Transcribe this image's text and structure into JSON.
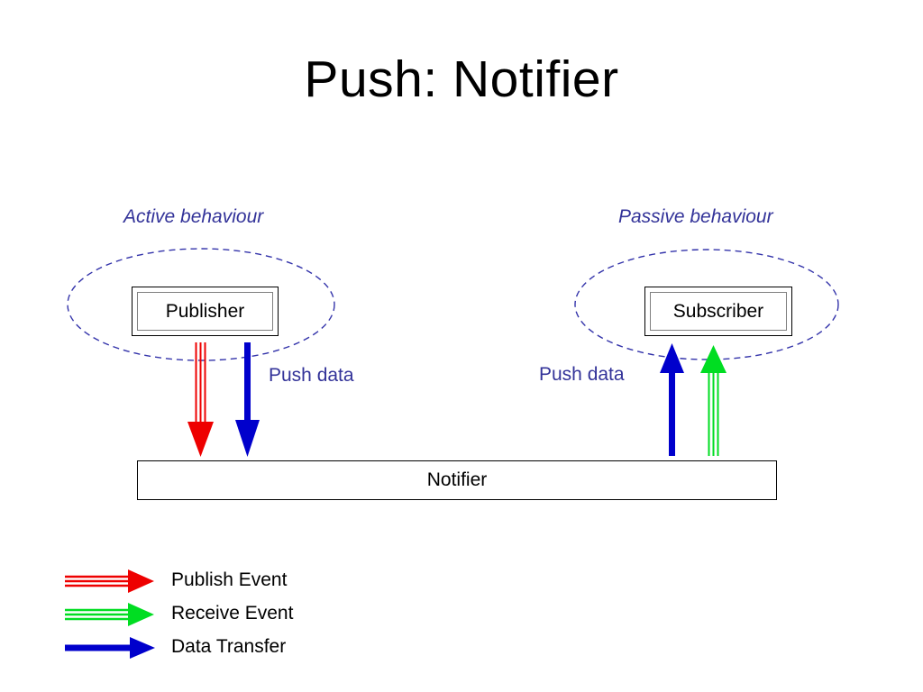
{
  "slide": {
    "title": "Push: Notifier",
    "background_color": "#ffffff"
  },
  "colors": {
    "publish_event": "#ee0000",
    "receive_event": "#00dd22",
    "data_transfer": "#0000cc",
    "behaviour_label": "#333399",
    "ellipse_stroke": "#3333aa",
    "box_border": "#000000",
    "box_inner_border": "#808080",
    "text": "#000000"
  },
  "diagram": {
    "left_group": {
      "behaviour_label": "Active behaviour",
      "node_label": "Publisher",
      "flow_label": "Push data"
    },
    "right_group": {
      "behaviour_label": "Passive behaviour",
      "node_label": "Subscriber",
      "flow_label": "Push data"
    },
    "bus": {
      "label": "Notifier"
    }
  },
  "legend": {
    "items": [
      {
        "label": "Publish Event",
        "style": "triple-line",
        "color": "#ee0000",
        "icon": "arrow-right-icon"
      },
      {
        "label": "Receive Event",
        "style": "triple-line",
        "color": "#00dd22",
        "icon": "arrow-right-icon"
      },
      {
        "label": "Data Transfer",
        "style": "solid",
        "color": "#0000cc",
        "icon": "arrow-right-icon"
      }
    ]
  }
}
